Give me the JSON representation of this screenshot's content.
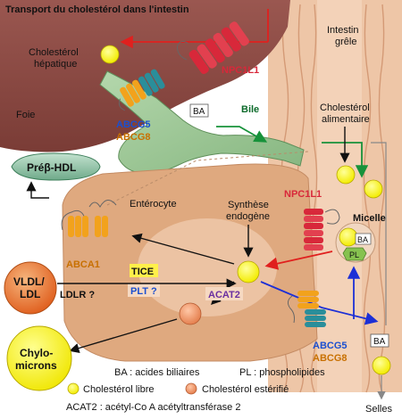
{
  "title": "Transport du cholestérol dans l'intestin",
  "labels": {
    "intestin_line1": "Intestin",
    "intestin_line2": "grêle",
    "chol_hep_line1": "Cholestérol",
    "chol_hep_line2": "hépatique",
    "foie": "Foie",
    "npc1l1_top": "NPC1L1",
    "ba_bile": "BA",
    "bile": "Bile",
    "chol_alim_line1": "Cholestérol",
    "chol_alim_line2": "alimentaire",
    "abcg5_top": "ABCG5",
    "abcg8_top": "ABCG8",
    "prebeta_hdl": "Préβ-HDL",
    "enterocyte": "Entérocyte",
    "synthese_line1": "Synthèse",
    "synthese_line2": "endogène",
    "npc1l1_mid": "NPC1L1",
    "micelle": "Micelle",
    "ba_micelle": "BA",
    "pl_micelle": "PL",
    "abca1": "ABCA1",
    "vldl_line1": "VLDL/",
    "vldl_line2": "LDL",
    "tice": "TICE",
    "ldlr": "LDLR ?",
    "plt": "PLT ?",
    "acat2": "ACAT2",
    "abcg5_bottom": "ABCG5",
    "abcg8_bottom": "ABCG8",
    "ba_selles": "BA",
    "chylo_line1": "Chylo-",
    "chylo_line2": "microns",
    "selles": "Selles"
  },
  "legend": {
    "ba": "BA : acides biliaires",
    "pl": "PL : phospholipides",
    "free_chol": "Cholestérol libre",
    "ester_chol": "Cholestérol estérifié",
    "acat2_def": "ACAT2 : acétyl-Co A acétyltransférase 2"
  },
  "colors": {
    "liver": "#8a4a44",
    "intestine": "#e3b28f",
    "enterocyte": "#dfa97f",
    "bile_duct": "#9ec59a",
    "transporter_red": "#d8283a",
    "transporter_orange": "#f2a21c",
    "transporter_teal": "#2a8e9a",
    "free_cholesterol": "#f3ec00",
    "esterified_cholesterol": "#ec8f62",
    "arrow_red": "#e0201e",
    "arrow_green": "#17923a",
    "arrow_blue": "#1c2fd6",
    "hdl_fill": "#8ec3a7",
    "vldl_fill": "#e8762e",
    "tag_yellow": "#fff04a",
    "tag_blue_text": "#1a4fd0",
    "tag_orange_text": "#c87000"
  }
}
